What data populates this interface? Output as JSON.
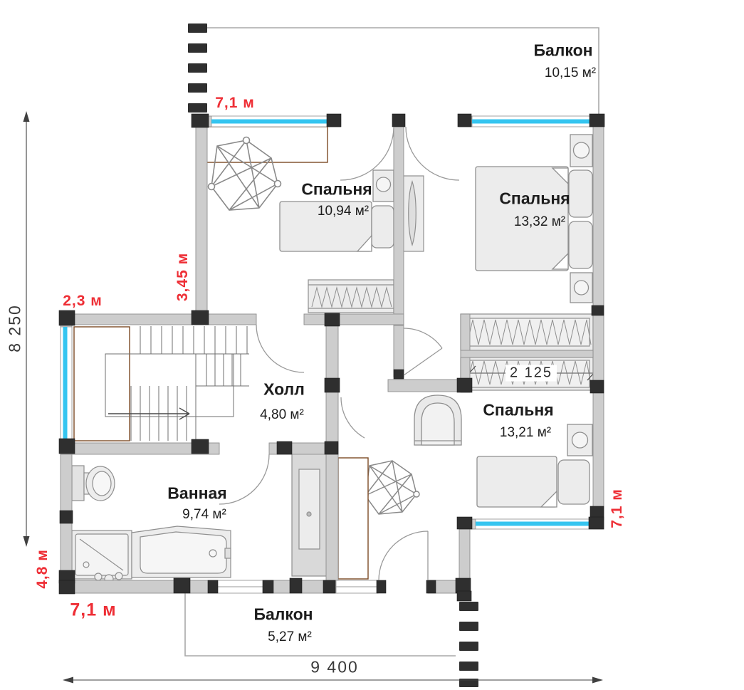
{
  "rooms": {
    "balcony_top": {
      "name": "Балкон",
      "area": "10,15 м²"
    },
    "bedroom_small": {
      "name": "Спальня",
      "area": "10,94 м²"
    },
    "bedroom_large": {
      "name": "Спальня",
      "area": "13,32 м²"
    },
    "hall": {
      "name": "Холл",
      "area": "4,80 м²"
    },
    "bedroom_right": {
      "name": "Спальня",
      "area": "13,21 м²"
    },
    "bathroom": {
      "name": "Ванная",
      "area": "9,74 м²"
    },
    "balcony_bottom": {
      "name": "Балкон",
      "area": "5,27 м²"
    }
  },
  "dimensions": {
    "total_height": "8 250",
    "total_width": "9 400",
    "closet_width": "2 125"
  },
  "red_dimensions": {
    "top_width": "7,1 м",
    "bedroom_wall": "3,45 м",
    "stair_window": "2,3 м",
    "left_height": "4,8 м",
    "bottom_width": "7,1 м",
    "right_height": "7,1 м"
  },
  "colors": {
    "window_glass": "#35c5f0",
    "wall": "#cdcdcd",
    "column": "#2f2f2f",
    "red_label": "#ee2e35",
    "wood_outline": "#7c4a24"
  }
}
